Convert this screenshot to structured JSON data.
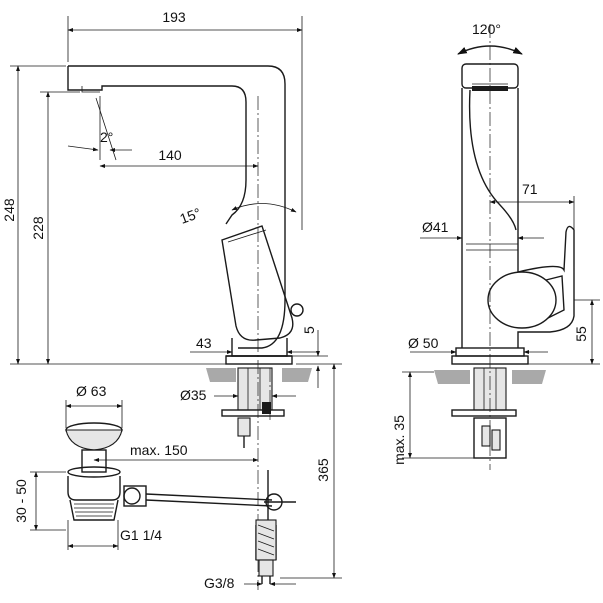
{
  "dimensions": {
    "width_193": "193",
    "height_248": "248",
    "height_228": "228",
    "angle_2": "2°",
    "reach_140": "140",
    "angle_15": "15°",
    "base_43": "43",
    "gap_5": "5",
    "rod_35": "Ø35",
    "drain_63": "Ø 63",
    "drain_range": "30 - 50",
    "max_150": "max. 150",
    "height_365": "365",
    "thread_g114": "G1 1/4",
    "thread_g38": "G3/8",
    "rotation_120": "120°",
    "body_41": "Ø41",
    "lever_71": "71",
    "base_50": "Ø 50",
    "lever_55": "55",
    "deck_max35": "max. 35"
  }
}
